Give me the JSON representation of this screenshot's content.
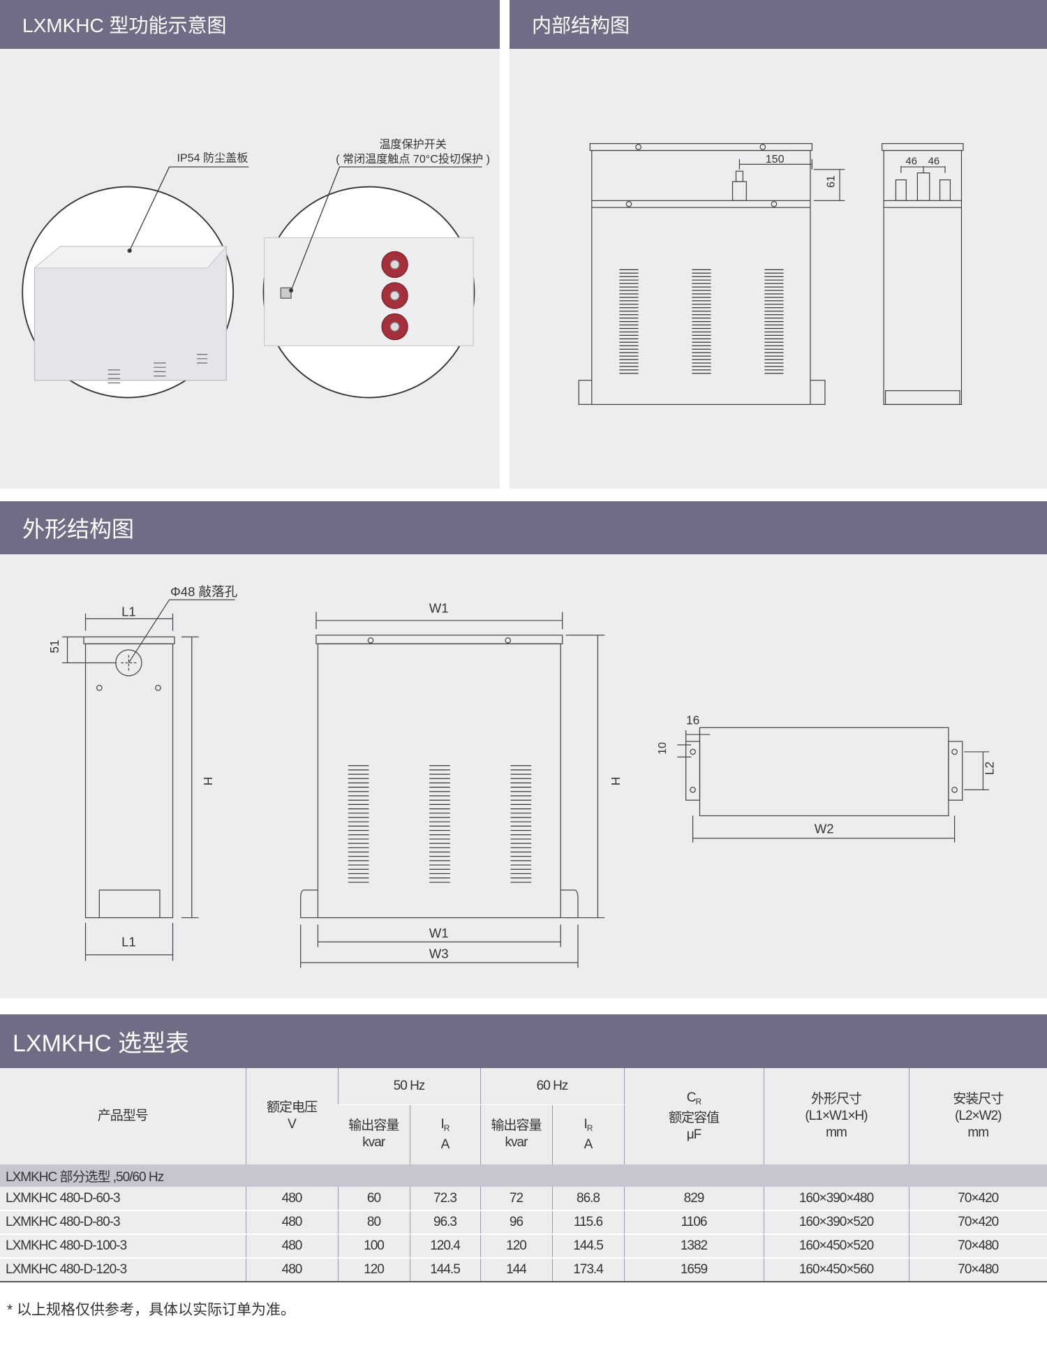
{
  "sections": {
    "function": "LXMKHC 型功能示意图",
    "internal": "内部结构图",
    "outline": "外形结构图",
    "selection": "LXMKHC 选型表"
  },
  "callouts": {
    "cover": "IP54 防尘盖板",
    "temp_title": "温度保护开关",
    "temp_detail": "( 常闭温度触点 70°C投切保护 )"
  },
  "internal_dims": {
    "d150": "150",
    "d61": "61",
    "d46a": "46",
    "d46b": "46"
  },
  "outline_dims": {
    "knockout": "Φ48 敲落孔",
    "L1_top": "L1",
    "d51": "51",
    "H_side": "H",
    "L1_bottom": "L1",
    "W1_top": "W1",
    "H_front": "H",
    "W1_bottom": "W1",
    "W3": "W3",
    "d16": "16",
    "d10": "10",
    "L2": "L2",
    "W2": "W2"
  },
  "colors": {
    "header": "#716c86",
    "panel": "#ededf0",
    "section_row": "#c8c4d0",
    "terminal": "#a3303c"
  },
  "table": {
    "headers": {
      "model": "产品型号",
      "voltage": "额定电压",
      "voltage_unit": "V",
      "hz50": "50 Hz",
      "hz60": "60 Hz",
      "output": "输出容量",
      "kvar": "kvar",
      "ir": "I",
      "ir_sub": "R",
      "amp": "A",
      "cr": "C",
      "cr_sub": "R",
      "capacitance": "额定容值",
      "uf": "μF",
      "outer": "外形尺寸",
      "outer_dims": "(L1×W1×H)",
      "mm": "mm",
      "mount": "安装尺寸",
      "mount_dims": "(L2×W2)"
    },
    "section_label": "LXMKHC 部分选型 ,50/60 Hz",
    "rows": [
      [
        "LXMKHC  480-D-60-3",
        "480",
        "60",
        "72.3",
        "72",
        "86.8",
        "829",
        "160×390×480",
        "70×420"
      ],
      [
        "LXMKHC  480-D-80-3",
        "480",
        "80",
        "96.3",
        "96",
        "115.6",
        "1106",
        "160×390×520",
        "70×420"
      ],
      [
        "LXMKHC  480-D-100-3",
        "480",
        "100",
        "120.4",
        "120",
        "144.5",
        "1382",
        "160×450×520",
        "70×480"
      ],
      [
        "LXMKHC  480-D-120-3",
        "480",
        "120",
        "144.5",
        "144",
        "173.4",
        "1659",
        "160×450×560",
        "70×480"
      ]
    ]
  },
  "footnote": "* 以上规格仅供参考，具体以实际订单为准。"
}
